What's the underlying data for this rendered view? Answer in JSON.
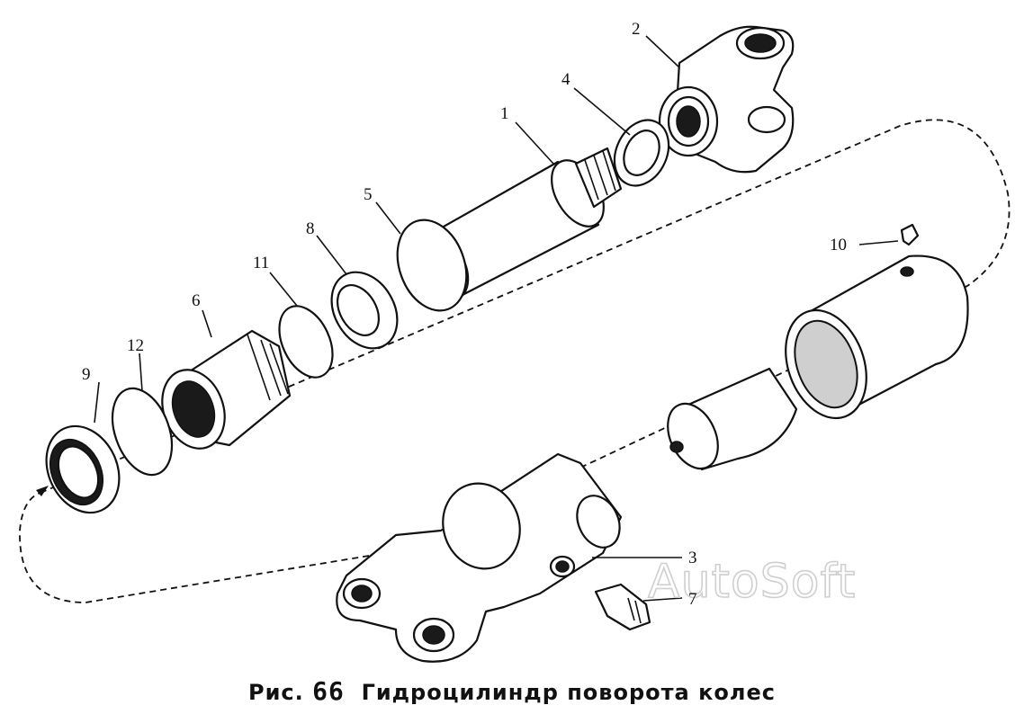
{
  "caption": {
    "prefix": "Рис.",
    "number": "66",
    "title": "Гидроцилиндр поворота колес"
  },
  "watermark": "AutoSoft",
  "callouts": [
    "1",
    "2",
    "3",
    "4",
    "5",
    "6",
    "7",
    "8",
    "9",
    "10",
    "11",
    "12"
  ],
  "colors": {
    "ink": "#111111",
    "background": "#ffffff",
    "watermark": "#cfcfcf"
  }
}
